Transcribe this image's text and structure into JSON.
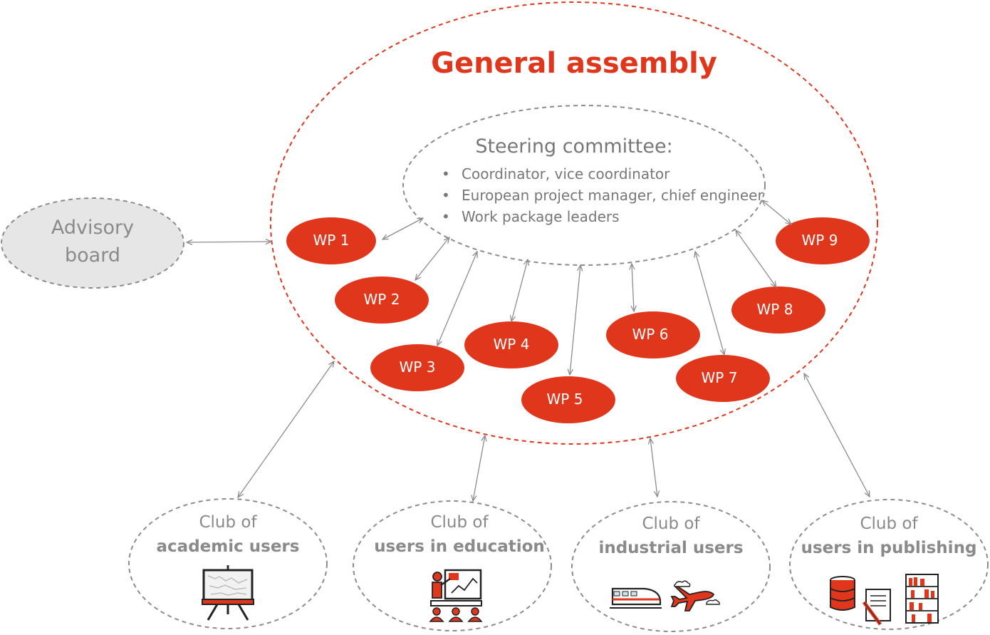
{
  "general_assembly": {
    "title": "General assembly"
  },
  "steering_committee": {
    "title": "Steering committee:",
    "members": [
      "Coordinator, vice coordinator",
      "European project manager, chief engineer",
      "Work package leaders"
    ]
  },
  "advisory_board": {
    "line1": "Advisory",
    "line2": "board"
  },
  "work_packages": [
    "WP 1",
    "WP 2",
    "WP 3",
    "WP 4",
    "WP 5",
    "WP 6",
    "WP 7",
    "WP 8",
    "WP 9"
  ],
  "clubs": [
    {
      "line1": "Club of",
      "line2": "academic users",
      "icon": "whiteboard-icon"
    },
    {
      "line1": "Club of",
      "line2": "users in education",
      "icon": "teacher-presentation-icon"
    },
    {
      "line1": "Club of",
      "line2": "industrial users",
      "icon": "train-and-airplane-icon"
    },
    {
      "line1": "Club of",
      "line2": "users in publishing",
      "icon": "books-and-documents-icon"
    }
  ],
  "colors": {
    "accent_red": "#e0361b",
    "gray_text": "#8a8a8a",
    "dashed_gray": "#8c8c8c",
    "advisory_fill": "#e6e6e6"
  }
}
